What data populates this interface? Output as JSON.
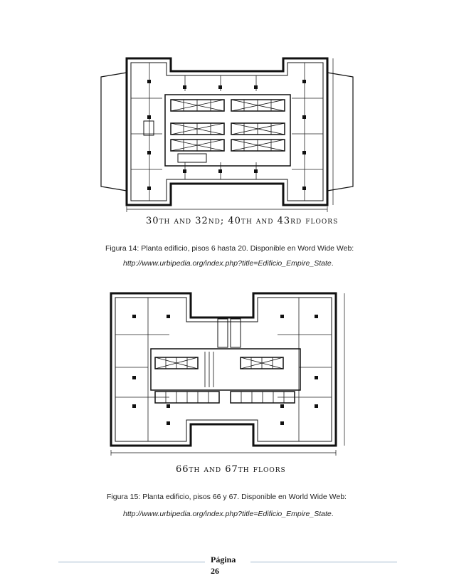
{
  "figures": [
    {
      "plan_title": "30th and 32nd; 40th and 43rd floors",
      "caption": "Figura 14: Planta edificio, pisos 6 hasta 20. Disponible en Word Wide Web:",
      "url": "http://www.urbipedia.org/index.php?title=Edificio_Empire_State",
      "url_suffix": "."
    },
    {
      "plan_title": "66th and 67th floors",
      "caption": "Figura 15: Planta edificio, pisos 66 y 67. Disponible en World Wide Web:",
      "url": "http://www.urbipedia.org/index.php?title=Edificio_Empire_State",
      "url_suffix": "."
    }
  ],
  "footer": {
    "page_word": "Página",
    "page_number": "26"
  }
}
